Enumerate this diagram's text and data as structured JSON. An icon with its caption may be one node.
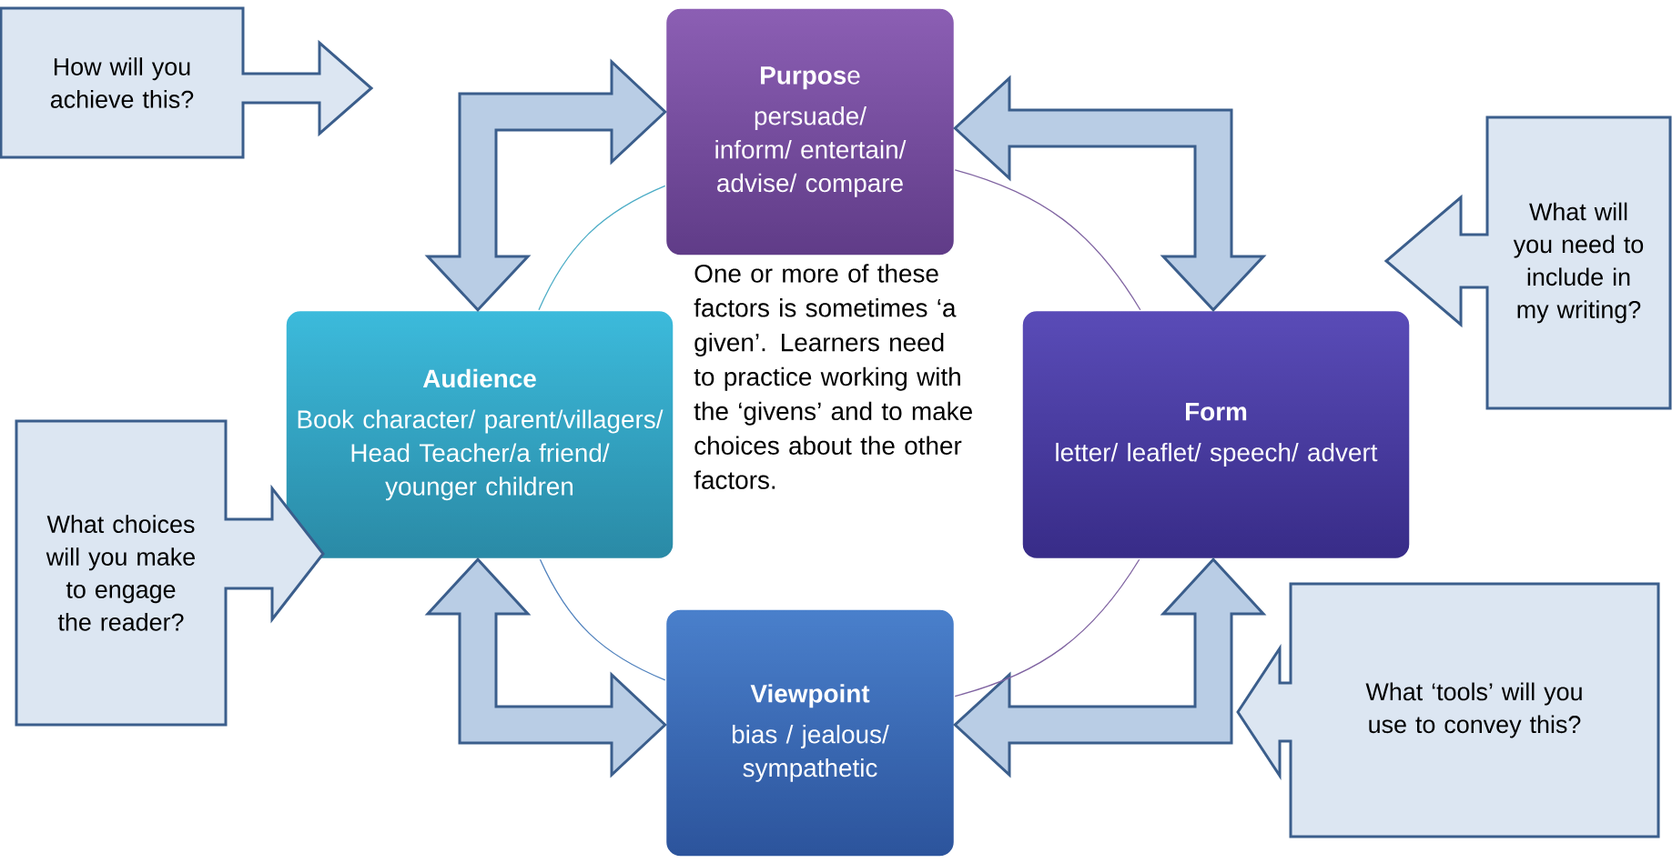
{
  "diagram": {
    "nodes": [
      {
        "text": [
          "**Purpos**e",
          "persuade/ inform/ entertain/ advise/ compare"
        ]
      },
      {
        "text": [
          "Audience",
          "Book character/ parent/villagers/ Head Teacher/a friend/ younger children"
        ]
      },
      {
        "text": [
          "Form",
          "letter/ leaflet/ speech/ advert"
        ]
      },
      {
        "text": [
          "Viewpoint",
          "bias / jealous/ sympathetic"
        ]
      },
      {
        "text": [
          "How will you achieve this?"
        ]
      },
      {
        "text": [
          "What will you need to include in my writing?"
        ]
      },
      {
        "text": [
          "What choices will you make to engage the reader?"
        ]
      },
      {
        "text": [
          "What ‘tools’ will you use to convey this?"
        ]
      }
    ],
    "edges": [
      {
        "from": 1,
        "to": 0,
        "arrow": "both",
        "style": "thick",
        "color": "#b9cde5"
      },
      {
        "from": 0,
        "to": 2,
        "arrow": "both",
        "style": "thick",
        "color": "#b9cde5"
      },
      {
        "from": 2,
        "to": 3,
        "arrow": "both",
        "style": "thick",
        "color": "#b9cde5"
      },
      {
        "from": 3,
        "to": 1,
        "arrow": "both",
        "style": "thick",
        "color": "#b9cde5"
      },
      {
        "from": 0,
        "to": 1,
        "arrow": "none",
        "color": "#4bacc6"
      },
      {
        "from": 1,
        "to": 3,
        "arrow": "none",
        "color": "#4f81bd"
      },
      {
        "from": 3,
        "to": 2,
        "arrow": "none",
        "color": "#8064a2"
      },
      {
        "from": 2,
        "to": 0,
        "arrow": "none",
        "color": "#8064a2"
      }
    ],
    "labels": [
      "One or more of these factors is sometimes ‘a given’. Learners need to practice working with the ‘givens’ and to make choices about the other factors."
    ]
  }
}
